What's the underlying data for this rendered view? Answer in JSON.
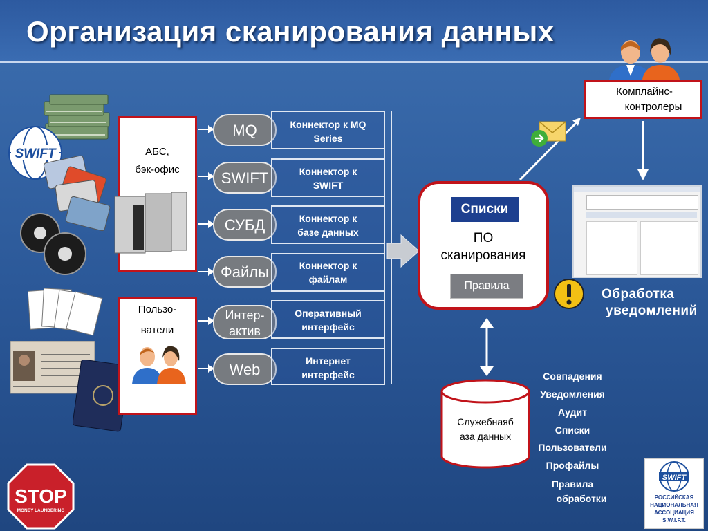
{
  "title": "Организация сканирования данных",
  "abs_box": {
    "line1": "АБС,",
    "line2": "бэк-офис"
  },
  "users_box": {
    "line1": "Пользо-",
    "line2": "ватели"
  },
  "channels": [
    "MQ",
    "SWIFT",
    "СУБД",
    "Файлы",
    "Интер-\nактив",
    "Web"
  ],
  "connectors": [
    {
      "line1": "Коннектор к MQ",
      "line2": "Series"
    },
    {
      "line1": "Коннектор к",
      "line2": "SWIFT"
    },
    {
      "line1": "Коннектор к",
      "line2": "базе данных"
    },
    {
      "line1": "Коннектор к",
      "line2": "файлам"
    },
    {
      "line1": "Оперативный",
      "line2": "интерфейс"
    },
    {
      "line1": "Интернет",
      "line2": "интерфейс"
    }
  ],
  "scanner": {
    "lists": "Списки",
    "line1": "ПО",
    "line2": "сканирования",
    "rules": "Правила"
  },
  "compliance": {
    "line1": "Комплайнс-",
    "line2": "контролеры"
  },
  "notifications": {
    "line1": "Обработка",
    "line2": "уведомлений"
  },
  "service_db": {
    "line1": "Служебнаяб",
    "line2": "аза данных"
  },
  "db_items": [
    "Совпадения",
    "Уведомления",
    "Аудит",
    "Списки",
    "Пользователи",
    "Профайлы",
    "Правила",
    "обработки"
  ],
  "stop_sign": {
    "text": "STOP",
    "sub": "MONEY LAUNDERING"
  },
  "swift_logo": "SWIFT",
  "assoc_logo": {
    "line1": "РОССИЙСКАЯ",
    "line2": "НАЦИОНАЛЬНАЯ",
    "line3": "АССОЦИАЦИЯ",
    "line4": "S.W.I.F.T."
  }
}
